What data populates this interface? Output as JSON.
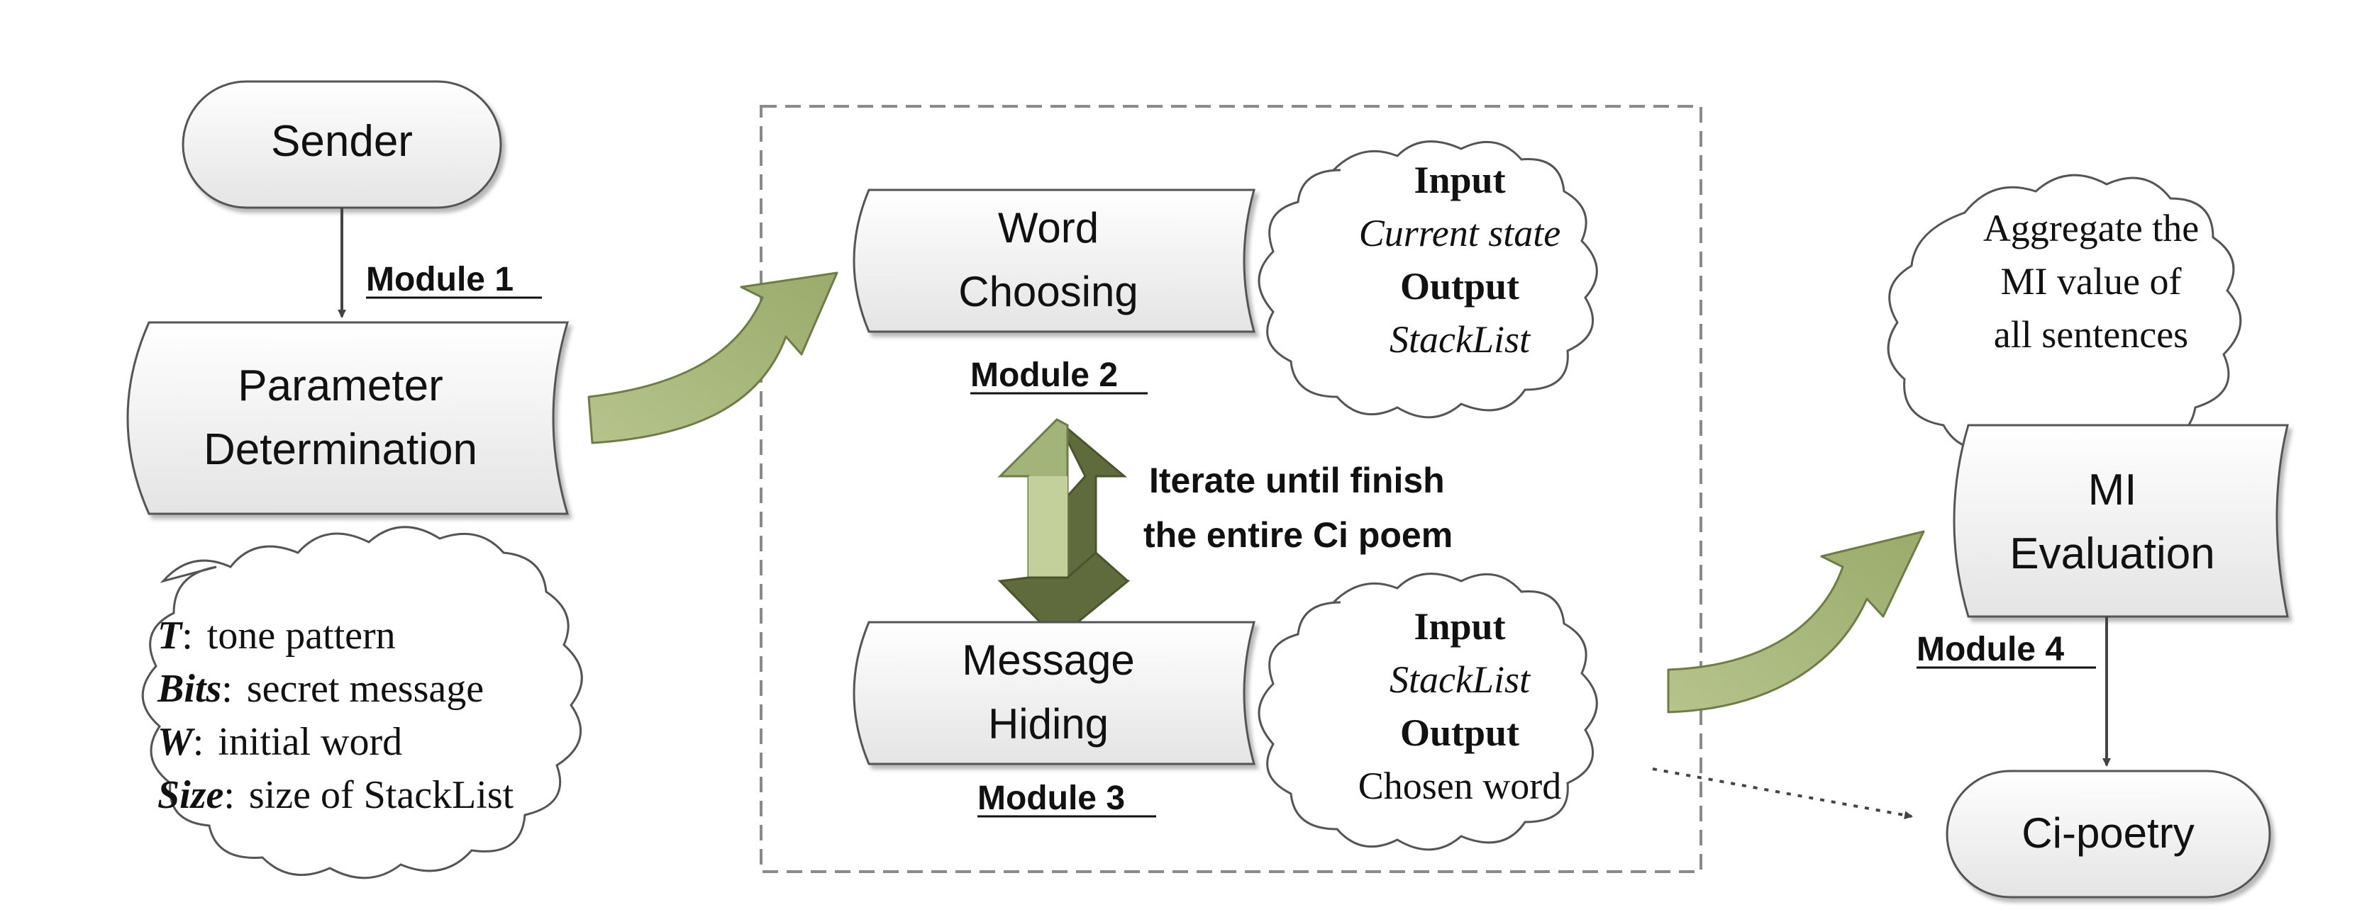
{
  "nodes": {
    "sender": "Sender",
    "param_line1": "Parameter",
    "param_line2": "Determination",
    "word_line1": "Word",
    "word_line2": "Choosing",
    "message_line1": "Message",
    "message_line2": "Hiding",
    "mi_line1": "MI",
    "mi_line2": "Evaluation",
    "cipoetry": "Ci-poetry"
  },
  "modules": {
    "m1": "Module 1",
    "m2": "Module 2",
    "m3": "Module 3",
    "m4": "Module 4"
  },
  "iterate": {
    "line1": "Iterate until finish",
    "line2": "the entire Ci poem"
  },
  "clouds": {
    "params": [
      {
        "key": "T",
        "sep": ":",
        "text": "tone pattern"
      },
      {
        "key": "Bits",
        "sep": ":",
        "text": "secret message"
      },
      {
        "key": "W",
        "sep": ":",
        "text": "initial word"
      },
      {
        "key": "Size",
        "sep": ":",
        "text": "size of StackList"
      }
    ],
    "word_io": {
      "input_label": "Input",
      "input_value": "Current state",
      "output_label": "Output",
      "output_value": "StackList"
    },
    "message_io": {
      "input_label": "Input",
      "input_value": "StackList",
      "output_label": "Output",
      "output_value": "Chosen word"
    },
    "aggregate": {
      "line1": "Aggregate the",
      "line2": "MI value of",
      "line3": "all sentences"
    }
  },
  "colors": {
    "stroke": "#555555",
    "box_fill_top": "#ffffff",
    "box_fill_bottom": "#e6e6e6",
    "arrow_green": "#a3b47a",
    "arrow_green_light": "#c3d09c",
    "arrow_green_dark": "#5f6b3c",
    "dashed_border": "#888888"
  }
}
